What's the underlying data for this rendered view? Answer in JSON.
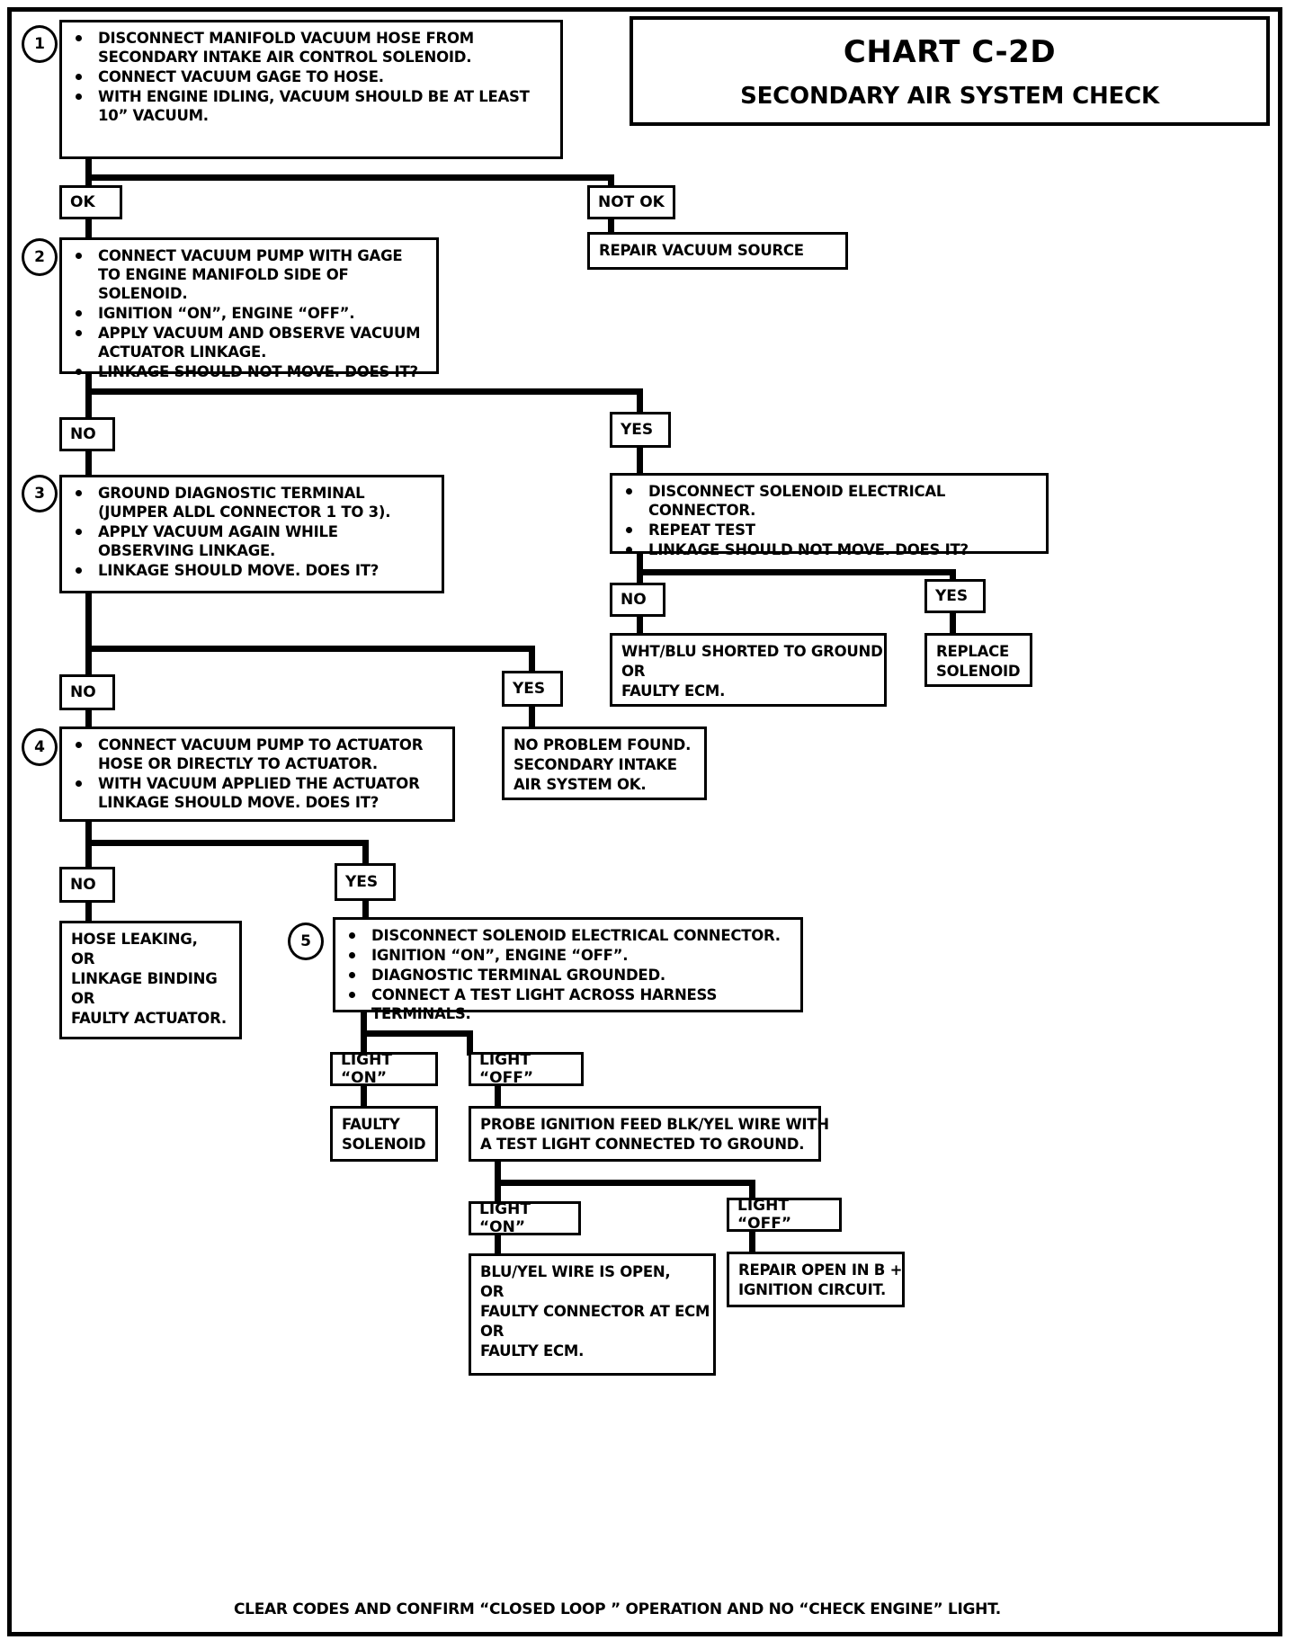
{
  "header": {
    "chart_id": "CHART C-2D",
    "chart_title": "SECONDARY AIR SYSTEM CHECK"
  },
  "steps": {
    "step1": {
      "number": "1",
      "bullets": [
        "DISCONNECT MANIFOLD VACUUM HOSE FROM SECONDARY INTAKE AIR CONTROL SOLENOID.",
        "CONNECT VACUUM GAGE TO HOSE.",
        "WITH ENGINE IDLING, VACUUM SHOULD BE AT LEAST 10” VACUUM."
      ]
    },
    "step2": {
      "number": "2",
      "bullets": [
        "CONNECT VACUUM PUMP WITH GAGE TO ENGINE MANIFOLD SIDE OF SOLENOID.",
        "IGNITION “ON”, ENGINE “OFF”.",
        "APPLY VACUUM AND OBSERVE VACUUM ACTUATOR LINKAGE.",
        "LINKAGE SHOULD NOT MOVE.  DOES IT?"
      ]
    },
    "step3": {
      "number": "3",
      "bullets": [
        "GROUND DIAGNOSTIC TERMINAL (JUMPER ALDL CONNECTOR 1 TO 3).",
        "APPLY VACUUM AGAIN WHILE OBSERVING LINKAGE.",
        "LINKAGE SHOULD MOVE.  DOES IT?"
      ]
    },
    "step4": {
      "number": "4",
      "bullets": [
        "CONNECT VACUUM PUMP TO ACTUATOR HOSE OR DIRECTLY TO ACTUATOR.",
        "WITH VACUUM APPLIED THE ACTUATOR LINKAGE SHOULD MOVE.  DOES IT?"
      ]
    },
    "step5": {
      "number": "5",
      "bullets": [
        "DISCONNECT SOLENOID ELECTRICAL CONNECTOR.",
        "IGNITION “ON”, ENGINE “OFF”.",
        "DIAGNOSTIC TERMINAL GROUNDED.",
        "CONNECT A TEST LIGHT ACROSS HARNESS TERMINALS."
      ]
    },
    "disconnect_repeat": {
      "bullets": [
        "DISCONNECT SOLENOID ELECTRICAL CONNECTOR.",
        "REPEAT TEST",
        "LINKAGE SHOULD NOT MOVE.  DOES IT?"
      ]
    }
  },
  "branch_labels": {
    "ok": "OK",
    "not_ok": "NOT OK",
    "no_1": "NO",
    "yes_1": "YES",
    "no_2": "NO",
    "yes_2": "YES",
    "no_3": "NO",
    "yes_3": "YES",
    "no_4": "NO",
    "yes_4": "YES",
    "light_on_1": "LIGHT “ON”",
    "light_off_1": "LIGHT “OFF”",
    "light_on_2": "LIGHT “ON”",
    "light_off_2": "LIGHT “OFF”"
  },
  "results": {
    "repair_vacuum_source": [
      "REPAIR VACUUM SOURCE"
    ],
    "wht_blu_short": [
      "WHT/BLU SHORTED TO GROUND",
      "OR",
      "FAULTY ECM."
    ],
    "replace_solenoid": [
      "REPLACE",
      "SOLENOID"
    ],
    "no_problem_found": [
      "NO PROBLEM FOUND.",
      "SECONDARY INTAKE",
      "AIR SYSTEM OK."
    ],
    "hose_leaking": [
      "HOSE LEAKING,",
      "OR",
      "LINKAGE BINDING",
      "OR",
      "FAULTY ACTUATOR."
    ],
    "faulty_solenoid": [
      "FAULTY",
      "SOLENOID"
    ],
    "probe_ignition_feed": [
      "PROBE IGNITION FEED BLK/YEL WIRE WITH",
      "A TEST LIGHT CONNECTED TO GROUND."
    ],
    "blu_yel_open": [
      "BLU/YEL WIRE IS OPEN,",
      "OR",
      "FAULTY CONNECTOR AT ECM",
      "OR",
      "FAULTY ECM."
    ],
    "repair_open_b_plus": [
      "REPAIR OPEN IN B +",
      "IGNITION CIRCUIT."
    ]
  },
  "footer": {
    "note": "CLEAR CODES AND CONFIRM “CLOSED LOOP ” OPERATION AND NO “CHECK ENGINE” LIGHT."
  },
  "chart_data": {
    "type": "flowchart-diagram",
    "title": "CHART C-2D SECONDARY AIR SYSTEM CHECK",
    "nodes": [
      {
        "id": "step1",
        "kind": "process",
        "step": 1
      },
      {
        "id": "ok",
        "kind": "branch-label",
        "label": "OK"
      },
      {
        "id": "not_ok",
        "kind": "branch-label",
        "label": "NOT OK"
      },
      {
        "id": "repair_vacuum_source",
        "kind": "terminal"
      },
      {
        "id": "step2",
        "kind": "process",
        "step": 2
      },
      {
        "id": "no_1",
        "kind": "branch-label",
        "label": "NO"
      },
      {
        "id": "yes_1",
        "kind": "branch-label",
        "label": "YES"
      },
      {
        "id": "step3",
        "kind": "process",
        "step": 3
      },
      {
        "id": "disconnect_repeat",
        "kind": "process"
      },
      {
        "id": "no_2",
        "kind": "branch-label",
        "label": "NO"
      },
      {
        "id": "yes_2",
        "kind": "branch-label",
        "label": "YES"
      },
      {
        "id": "wht_blu_short",
        "kind": "terminal"
      },
      {
        "id": "replace_solenoid",
        "kind": "terminal"
      },
      {
        "id": "no_3",
        "kind": "branch-label",
        "label": "NO"
      },
      {
        "id": "yes_3",
        "kind": "branch-label",
        "label": "YES"
      },
      {
        "id": "no_problem_found",
        "kind": "terminal"
      },
      {
        "id": "step4",
        "kind": "process",
        "step": 4
      },
      {
        "id": "no_4",
        "kind": "branch-label",
        "label": "NO"
      },
      {
        "id": "yes_4",
        "kind": "branch-label",
        "label": "YES"
      },
      {
        "id": "hose_leaking",
        "kind": "terminal"
      },
      {
        "id": "step5",
        "kind": "process",
        "step": 5
      },
      {
        "id": "light_on_1",
        "kind": "branch-label",
        "label": "LIGHT “ON”"
      },
      {
        "id": "light_off_1",
        "kind": "branch-label",
        "label": "LIGHT “OFF”"
      },
      {
        "id": "faulty_solenoid",
        "kind": "terminal"
      },
      {
        "id": "probe_ignition_feed",
        "kind": "process"
      },
      {
        "id": "light_on_2",
        "kind": "branch-label",
        "label": "LIGHT “ON”"
      },
      {
        "id": "light_off_2",
        "kind": "branch-label",
        "label": "LIGHT “OFF”"
      },
      {
        "id": "blu_yel_open",
        "kind": "terminal"
      },
      {
        "id": "repair_open_b_plus",
        "kind": "terminal"
      }
    ],
    "edges": [
      {
        "from": "step1",
        "to": "ok"
      },
      {
        "from": "step1",
        "to": "not_ok"
      },
      {
        "from": "not_ok",
        "to": "repair_vacuum_source"
      },
      {
        "from": "ok",
        "to": "step2"
      },
      {
        "from": "step2",
        "to": "no_1"
      },
      {
        "from": "step2",
        "to": "yes_1"
      },
      {
        "from": "no_1",
        "to": "step3"
      },
      {
        "from": "yes_1",
        "to": "disconnect_repeat"
      },
      {
        "from": "disconnect_repeat",
        "to": "no_2"
      },
      {
        "from": "disconnect_repeat",
        "to": "yes_2"
      },
      {
        "from": "no_2",
        "to": "wht_blu_short"
      },
      {
        "from": "yes_2",
        "to": "replace_solenoid"
      },
      {
        "from": "step3",
        "to": "no_3"
      },
      {
        "from": "step3",
        "to": "yes_3"
      },
      {
        "from": "yes_3",
        "to": "no_problem_found"
      },
      {
        "from": "no_3",
        "to": "step4"
      },
      {
        "from": "step4",
        "to": "no_4"
      },
      {
        "from": "step4",
        "to": "yes_4"
      },
      {
        "from": "no_4",
        "to": "hose_leaking"
      },
      {
        "from": "yes_4",
        "to": "step5"
      },
      {
        "from": "step5",
        "to": "light_on_1"
      },
      {
        "from": "step5",
        "to": "light_off_1"
      },
      {
        "from": "light_on_1",
        "to": "faulty_solenoid"
      },
      {
        "from": "light_off_1",
        "to": "probe_ignition_feed"
      },
      {
        "from": "probe_ignition_feed",
        "to": "light_on_2"
      },
      {
        "from": "probe_ignition_feed",
        "to": "light_off_2"
      },
      {
        "from": "light_on_2",
        "to": "blu_yel_open"
      },
      {
        "from": "light_off_2",
        "to": "repair_open_b_plus"
      }
    ]
  }
}
